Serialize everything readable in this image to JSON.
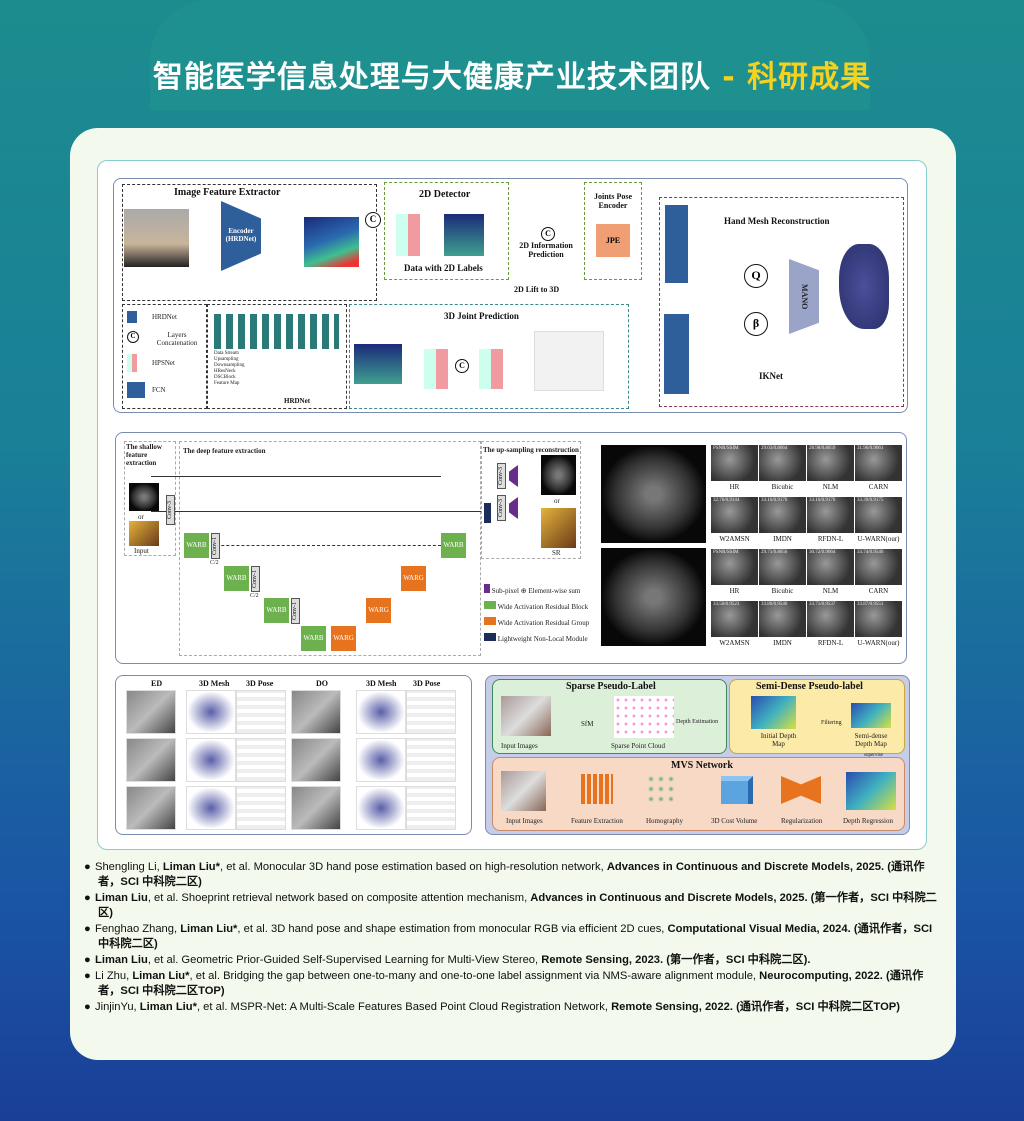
{
  "header": {
    "title_main": "智能医学信息处理与大健康产业技术团队",
    "title_sep": " - ",
    "title_highlight": "科研成果"
  },
  "figure1": {
    "image_feature_extractor": "Image Feature Extractor",
    "encoder": "Encoder (HRDNet)",
    "detector_2d": "2D Detector",
    "data_2d_labels": "Data with 2D Labels",
    "info_prediction": "2D Information Prediction",
    "joints_pose_encoder": "Joints Pose Encoder",
    "jpe": "JPE",
    "lift": "2D Lift to 3D",
    "joint_prediction_3d": "3D Joint Prediction",
    "hand_mesh": "Hand Mesh Reconstruction",
    "q": "Q",
    "beta": "β",
    "mano": "MANO",
    "iknet": "IKNet",
    "concat": "C",
    "legend": [
      "HRDNet",
      "Layers Concatenation",
      "HPSNet",
      "FCN"
    ],
    "hrdnet_legend": [
      "Data Stream",
      "Upsampling",
      "Downsampling",
      "HResNeck",
      "DSCBlock",
      "Feature Map"
    ],
    "hrdnet": "HRDNet"
  },
  "figure2": {
    "shallow": "The shallow feature extraction",
    "deep": "The deep feature extraction",
    "upsampling": "The up-sampling reconstruction",
    "input": "Input",
    "or": "or",
    "sr": "SR",
    "warb": "WARB",
    "warg": "WARG",
    "conv3": "Conv-3",
    "conv1": "Conv-1",
    "c2": "C/2",
    "legend": [
      "Sub-pixel",
      "Element-wise sum",
      "Wide Activation Residual Block",
      "Wide Activation Residual Group",
      "Lightweight Non-Local Module"
    ],
    "methods": [
      "HR",
      "Bicubic",
      "NLM",
      "CARN",
      "W2AMSN",
      "IMDN",
      "RFDN-L",
      "U-WARN(our)"
    ],
    "scores_top": [
      "PSNR/SSIM",
      "29.03/0.8664",
      "28.98/0.8659",
      "31.96/0.9061",
      "32.76/0.9144",
      "33.16/0.9170",
      "33.16/0.9170",
      "33.39/0.9175"
    ],
    "scores_bottom": [
      "PSNR/SSIM",
      "29.71/0.8656",
      "30.72/0.9064",
      "33.74/0.9546",
      "33.50/0.9523",
      "33.80/0.9546",
      "33.71/0.9537",
      "33.87/0.9551"
    ]
  },
  "figure3": {
    "headers": [
      "ED",
      "3D Mesh",
      "3D Pose",
      "DO",
      "3D Mesh",
      "3D Pose"
    ]
  },
  "figure4": {
    "sparse": "Sparse Pseudo-Label",
    "semi_dense": "Semi-Dense Pseudo-label",
    "mvs": "MVS Network",
    "sfm": "SfM",
    "depth_est": "Depth Estimation",
    "filtering": "Filtering",
    "supervise": "supervise",
    "sparse_items": [
      "Input Images",
      "Sparse Point Cloud"
    ],
    "semi_items": [
      "Initial Depth Map",
      "Semi-dense Depth Map"
    ],
    "mvs_items": [
      "Input Images",
      "Feature Extraction",
      "Homography",
      "3D Cost Volume",
      "Regularization",
      "Depth Regression"
    ]
  },
  "references": [
    {
      "pre": "Shengling Li, ",
      "author": "Liman Liu*",
      "mid": ", et al. Monocular 3D hand pose estimation based on high-resolution network, ",
      "venue": "Advances in Continuous and Discrete Models, 2025.",
      "note": " (通讯作者，SCI 中科院二区)"
    },
    {
      "pre": "",
      "author": "Liman Liu",
      "mid": ", et al. Shoeprint retrieval network based on composite attention mechanism, ",
      "venue": "Advances in Continuous and Discrete Models, 2025.",
      "note": " (第一作者，SCI 中科院二区)"
    },
    {
      "pre": "Fenghao Zhang,  ",
      "author": "Liman Liu*",
      "mid": ", et al. 3D hand pose and shape estimation from monocular RGB via efficient 2D cues, ",
      "venue": "Computational Visual Media, 2024.",
      "note": " (通讯作者，SCI 中科院二区)"
    },
    {
      "pre": "",
      "author": "Liman Liu",
      "mid": ", et al. Geometric Prior-Guided Self-Supervised Learning for Multi-View Stereo, ",
      "venue": "Remote Sensing, 2023.",
      "note": " (第一作者，SCI 中科院二区)."
    },
    {
      "pre": "Li Zhu, ",
      "author": "Liman Liu*",
      "mid": ", et al. Bridging the gap between one-to-many and one-to-one label assignment via NMS-aware alignment module, ",
      "venue": "Neurocomputing, 2022.",
      "note": " (通讯作者，SCI 中科院二区TOP)"
    },
    {
      "pre": "JinjinYu, ",
      "author": "Liman Liu*",
      "mid": ", et al. MSPR-Net: A Multi-Scale Features Based Point Cloud Registration Network, ",
      "venue": "Remote Sensing, 2022.",
      "note": " (通讯作者，SCI 中科院二区TOP)"
    }
  ],
  "colors": {
    "accent": "#f6d21e",
    "teal": "#1c8c8e",
    "blue": "#1a3f96"
  }
}
